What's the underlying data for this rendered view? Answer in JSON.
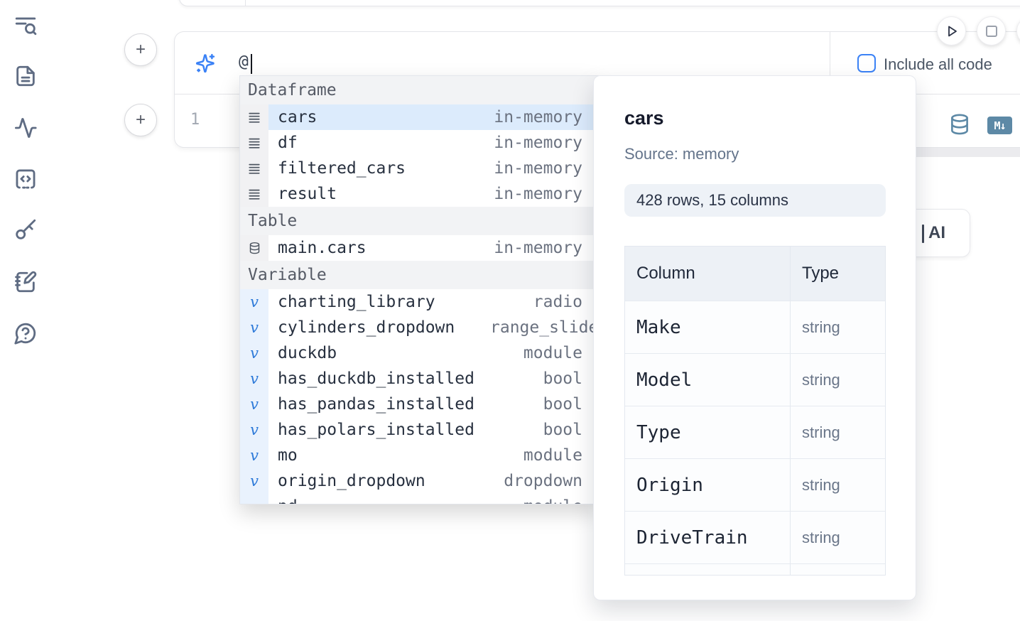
{
  "colors": {
    "accent_blue": "#3b82f6",
    "steel_blue": "#5d89a6",
    "selection_blue": "#dcebfc",
    "icon_slate": "#5f6c83"
  },
  "prompt": {
    "value": "@",
    "include_all_code_label": "Include all code"
  },
  "add_buttons": {
    "plus": "+"
  },
  "editor": {
    "line_number": "1"
  },
  "cell_toolbar": {
    "markdown_badge": "M↓"
  },
  "autocomplete": {
    "sections": [
      {
        "label": "Dataframe",
        "items": [
          {
            "name": "cars",
            "type": "in-memory"
          },
          {
            "name": "df",
            "type": "in-memory"
          },
          {
            "name": "filtered_cars",
            "type": "in-memory"
          },
          {
            "name": "result",
            "type": "in-memory"
          }
        ]
      },
      {
        "label": "Table",
        "items": [
          {
            "name": "main.cars",
            "type": "in-memory"
          }
        ]
      },
      {
        "label": "Variable",
        "glyph": "v",
        "items": [
          {
            "name": "charting_library",
            "type": "radio"
          },
          {
            "name": "cylinders_dropdown",
            "type": "range_slider"
          },
          {
            "name": "duckdb",
            "type": "module"
          },
          {
            "name": "has_duckdb_installed",
            "type": "bool"
          },
          {
            "name": "has_pandas_installed",
            "type": "bool"
          },
          {
            "name": "has_polars_installed",
            "type": "bool"
          },
          {
            "name": "mo",
            "type": "module"
          },
          {
            "name": "origin_dropdown",
            "type": "dropdown"
          },
          {
            "name": "pd",
            "type": "module"
          }
        ]
      }
    ]
  },
  "preview": {
    "title": "cars",
    "source": "Source: memory",
    "shape": "428 rows, 15 columns",
    "table": {
      "headers": [
        "Column",
        "Type"
      ],
      "rows": [
        [
          "Make",
          "string"
        ],
        [
          "Model",
          "string"
        ],
        [
          "Type",
          "string"
        ],
        [
          "Origin",
          "string"
        ],
        [
          "DriveTrain",
          "string"
        ]
      ]
    }
  },
  "ai_button": {
    "label": "AI"
  }
}
